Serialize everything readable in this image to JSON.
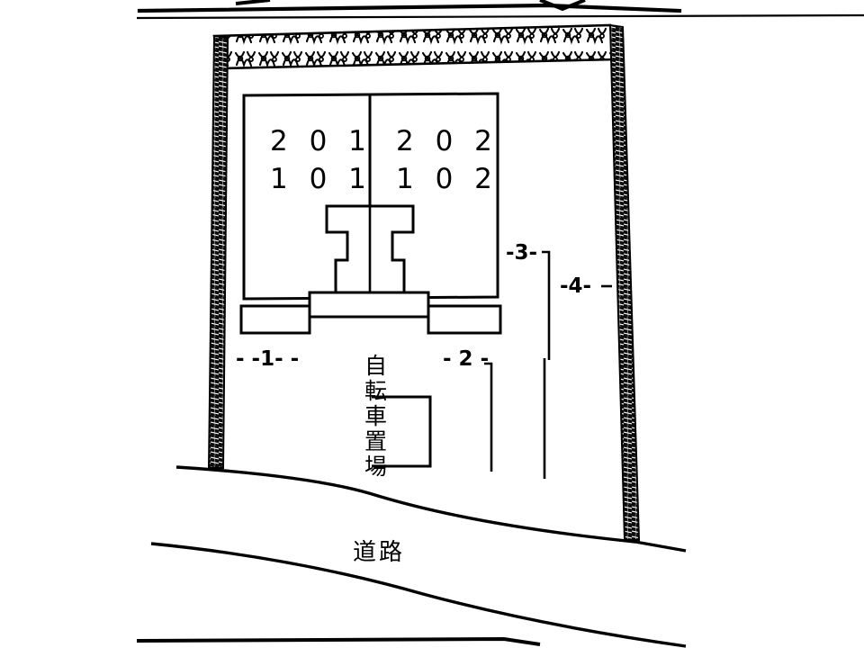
{
  "drawing": {
    "type": "site-plan",
    "title": "",
    "units": ""
  },
  "building": {
    "label": "apartment-building",
    "units": [
      {
        "id": "left-upper",
        "number": "2 0 1"
      },
      {
        "id": "right-upper",
        "number": "2 0 2"
      },
      {
        "id": "left-lower",
        "number": "1 0 1"
      },
      {
        "id": "right-lower",
        "number": "1 0 2"
      }
    ],
    "stair": {
      "name": "central-stair"
    },
    "balcony_left": {
      "name": "balcony-left"
    },
    "balcony_right": {
      "name": "balcony-right"
    }
  },
  "site": {
    "bicycle_parking": {
      "label": "自転車置場",
      "chars": [
        "自",
        "転",
        "車",
        "置",
        "場"
      ]
    },
    "road": {
      "label": "道路"
    },
    "boundary": {
      "name": "site-boundary-wall"
    }
  },
  "parking": {
    "spaces": [
      {
        "id": "1",
        "label": "- -1- -",
        "text": "1"
      },
      {
        "id": "2",
        "label": "- 2 -",
        "text": "2"
      },
      {
        "id": "3",
        "label": "-3-",
        "text": "3"
      },
      {
        "id": "4",
        "label": "-4-",
        "text": "4"
      }
    ]
  },
  "colors": {
    "ink": "#000000",
    "paper": "#ffffff",
    "hatch": "#1a1a1a"
  }
}
